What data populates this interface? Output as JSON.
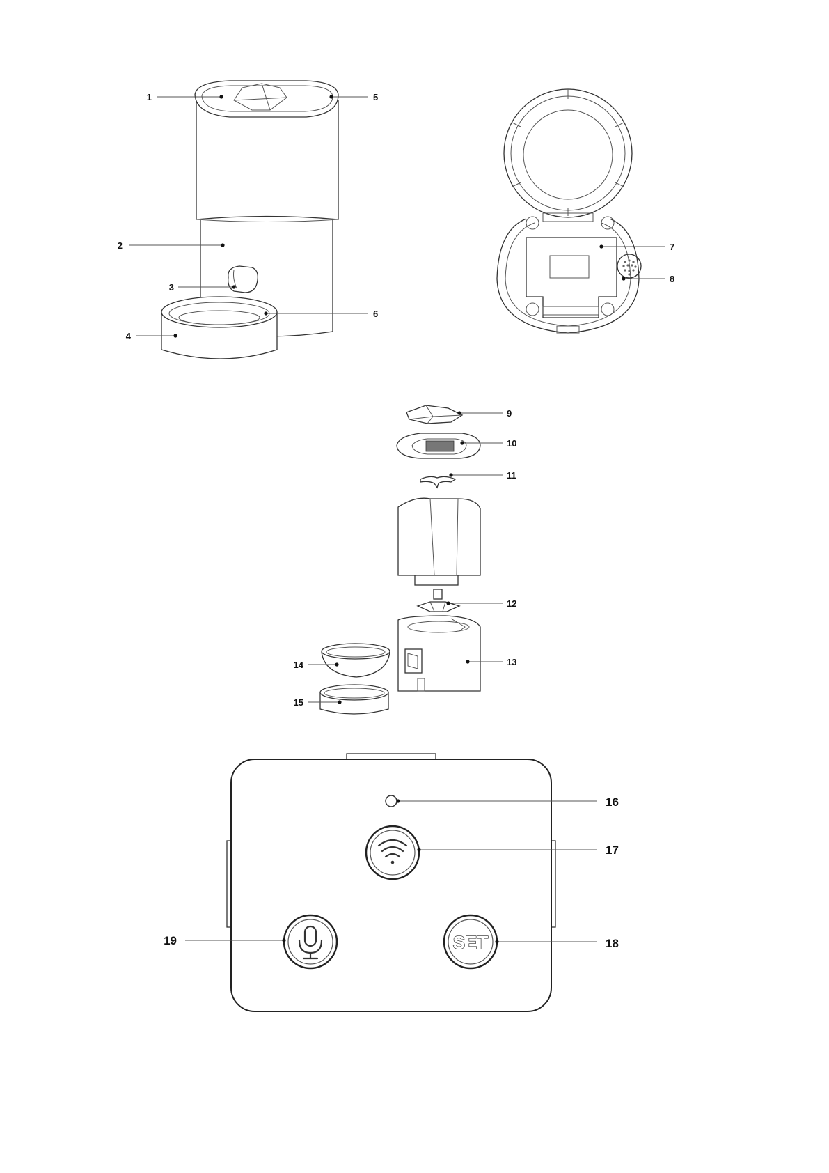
{
  "figures": {
    "assembled_feeder": {
      "callouts": {
        "1": "1",
        "2": "2",
        "3": "3",
        "4": "4",
        "5": "5",
        "6": "6"
      }
    },
    "top_view_open_lid": {
      "callouts": {
        "7": "7",
        "8": "8"
      }
    },
    "exploded_view": {
      "callouts": {
        "9": "9",
        "10": "10",
        "11": "11",
        "12": "12",
        "13": "13",
        "14": "14",
        "15": "15"
      }
    },
    "control_panel": {
      "callouts": {
        "16": "16",
        "17": "17",
        "18": "18",
        "19": "19"
      },
      "set_button_label": "SET",
      "icons": {
        "wifi_button": "wifi-icon",
        "mic_button": "microphone-icon",
        "indicator": "indicator-light"
      }
    }
  }
}
